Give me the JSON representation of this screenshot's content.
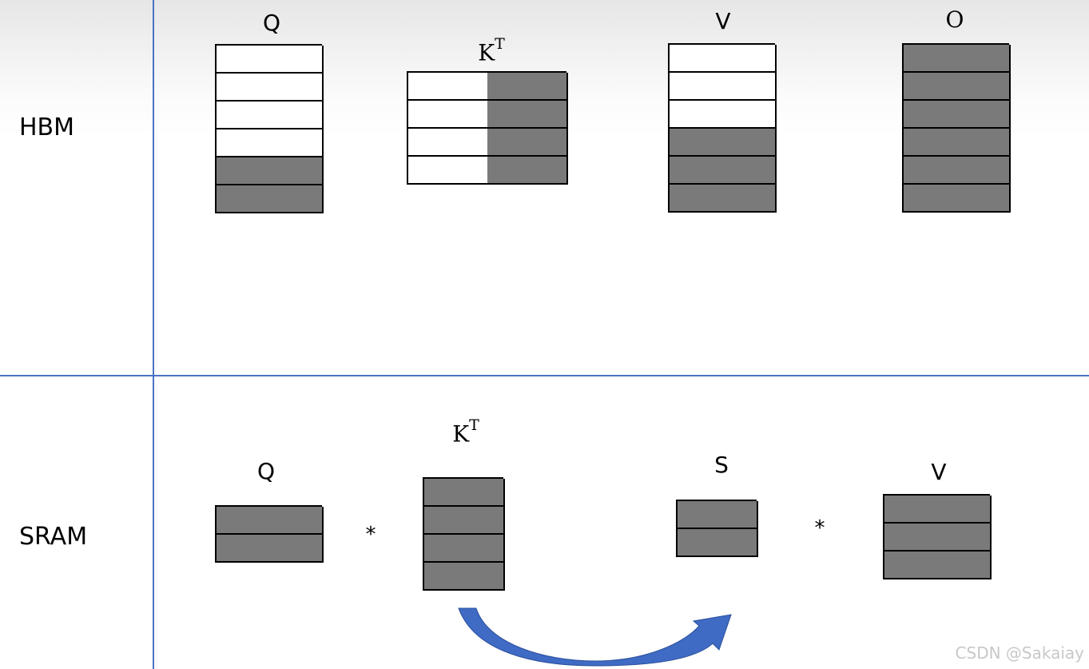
{
  "rows": {
    "hbm_label": "HBM",
    "sram_label": "SRAM"
  },
  "hbm": {
    "q": {
      "label": "Q",
      "rows": 6,
      "cols": 4,
      "filled_rows": [
        4,
        5
      ]
    },
    "kt": {
      "label_base": "K",
      "label_sup": "T",
      "rows": 4,
      "cols": 6,
      "filled_cols": [
        3,
        4,
        5
      ]
    },
    "v": {
      "label": "V",
      "rows": 6,
      "cols": 4,
      "filled_rows": [
        3,
        4,
        5
      ]
    },
    "o": {
      "label": "O",
      "rows": 6,
      "cols": 4,
      "filled_rows": [
        0,
        1,
        2,
        3,
        4,
        5
      ]
    }
  },
  "sram": {
    "q": {
      "label": "Q",
      "rows": 2,
      "cols": 4
    },
    "op1": "*",
    "kt": {
      "label_base": "K",
      "label_sup": "T",
      "rows": 4,
      "cols": 3
    },
    "s": {
      "label": "S",
      "rows": 2,
      "cols": 3
    },
    "op2": "*",
    "v": {
      "label": "V",
      "rows": 3,
      "cols": 4
    }
  },
  "colors": {
    "filled": "#7a7a7a",
    "empty": "#ffffff",
    "divider": "#4a72c4",
    "arrow": "#3f6bc4"
  },
  "watermark": "CSDN @Sakaiay"
}
